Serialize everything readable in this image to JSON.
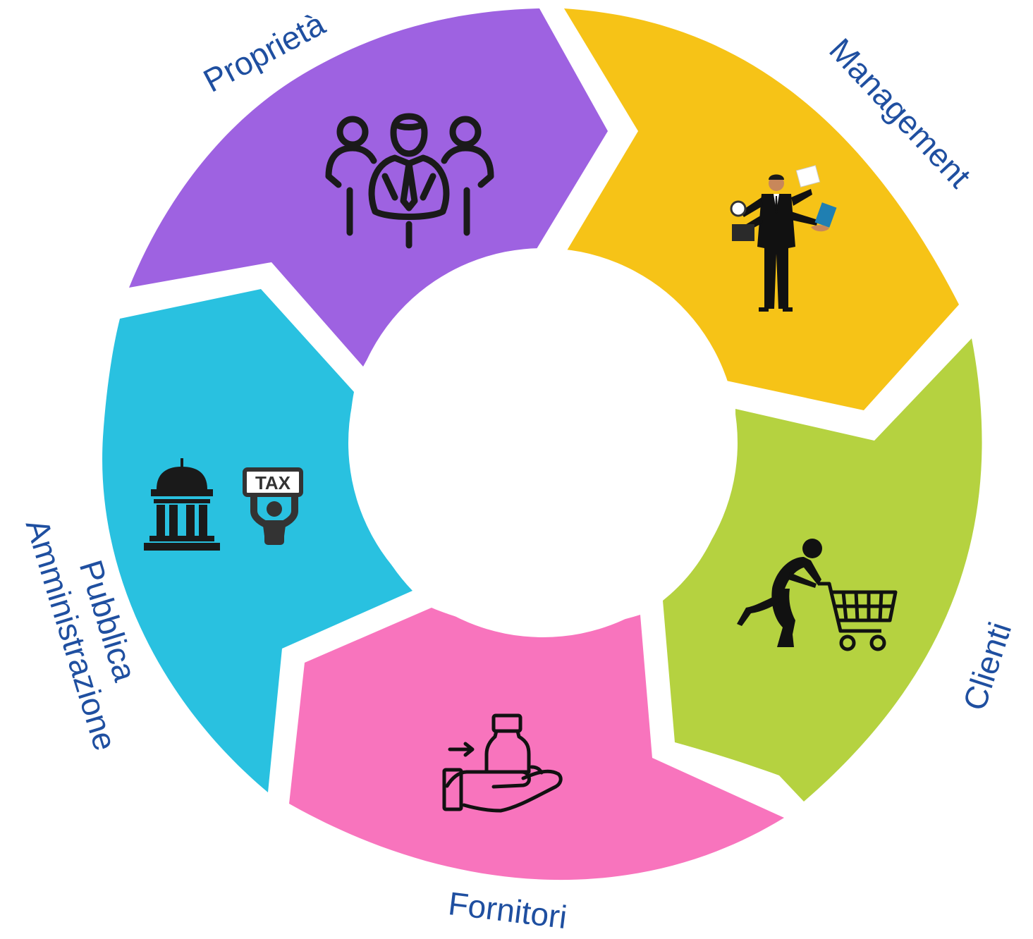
{
  "labels": {
    "proprieta": "Proprietà",
    "management": "Management",
    "clienti": "Clienti",
    "fornitori": "Fornitori",
    "pa_line1": "Pubblica",
    "pa_line2": "Amministrazione"
  },
  "icon_text": {
    "tax": "TAX"
  },
  "colors": {
    "proprieta": "#9E62E1",
    "management": "#F6C317",
    "clienti": "#B5D240",
    "fornitori": "#F874BD",
    "pubblica_amministrazione": "#29C1E0",
    "label_text": "#1F4FA0",
    "icon": "#1a1a1a"
  },
  "icons": [
    "group-people-icon",
    "busy-manager-icon",
    "shopper-with-cart-icon",
    "hand-receiving-product-icon",
    "government-building-icon",
    "tax-payer-icon"
  ]
}
